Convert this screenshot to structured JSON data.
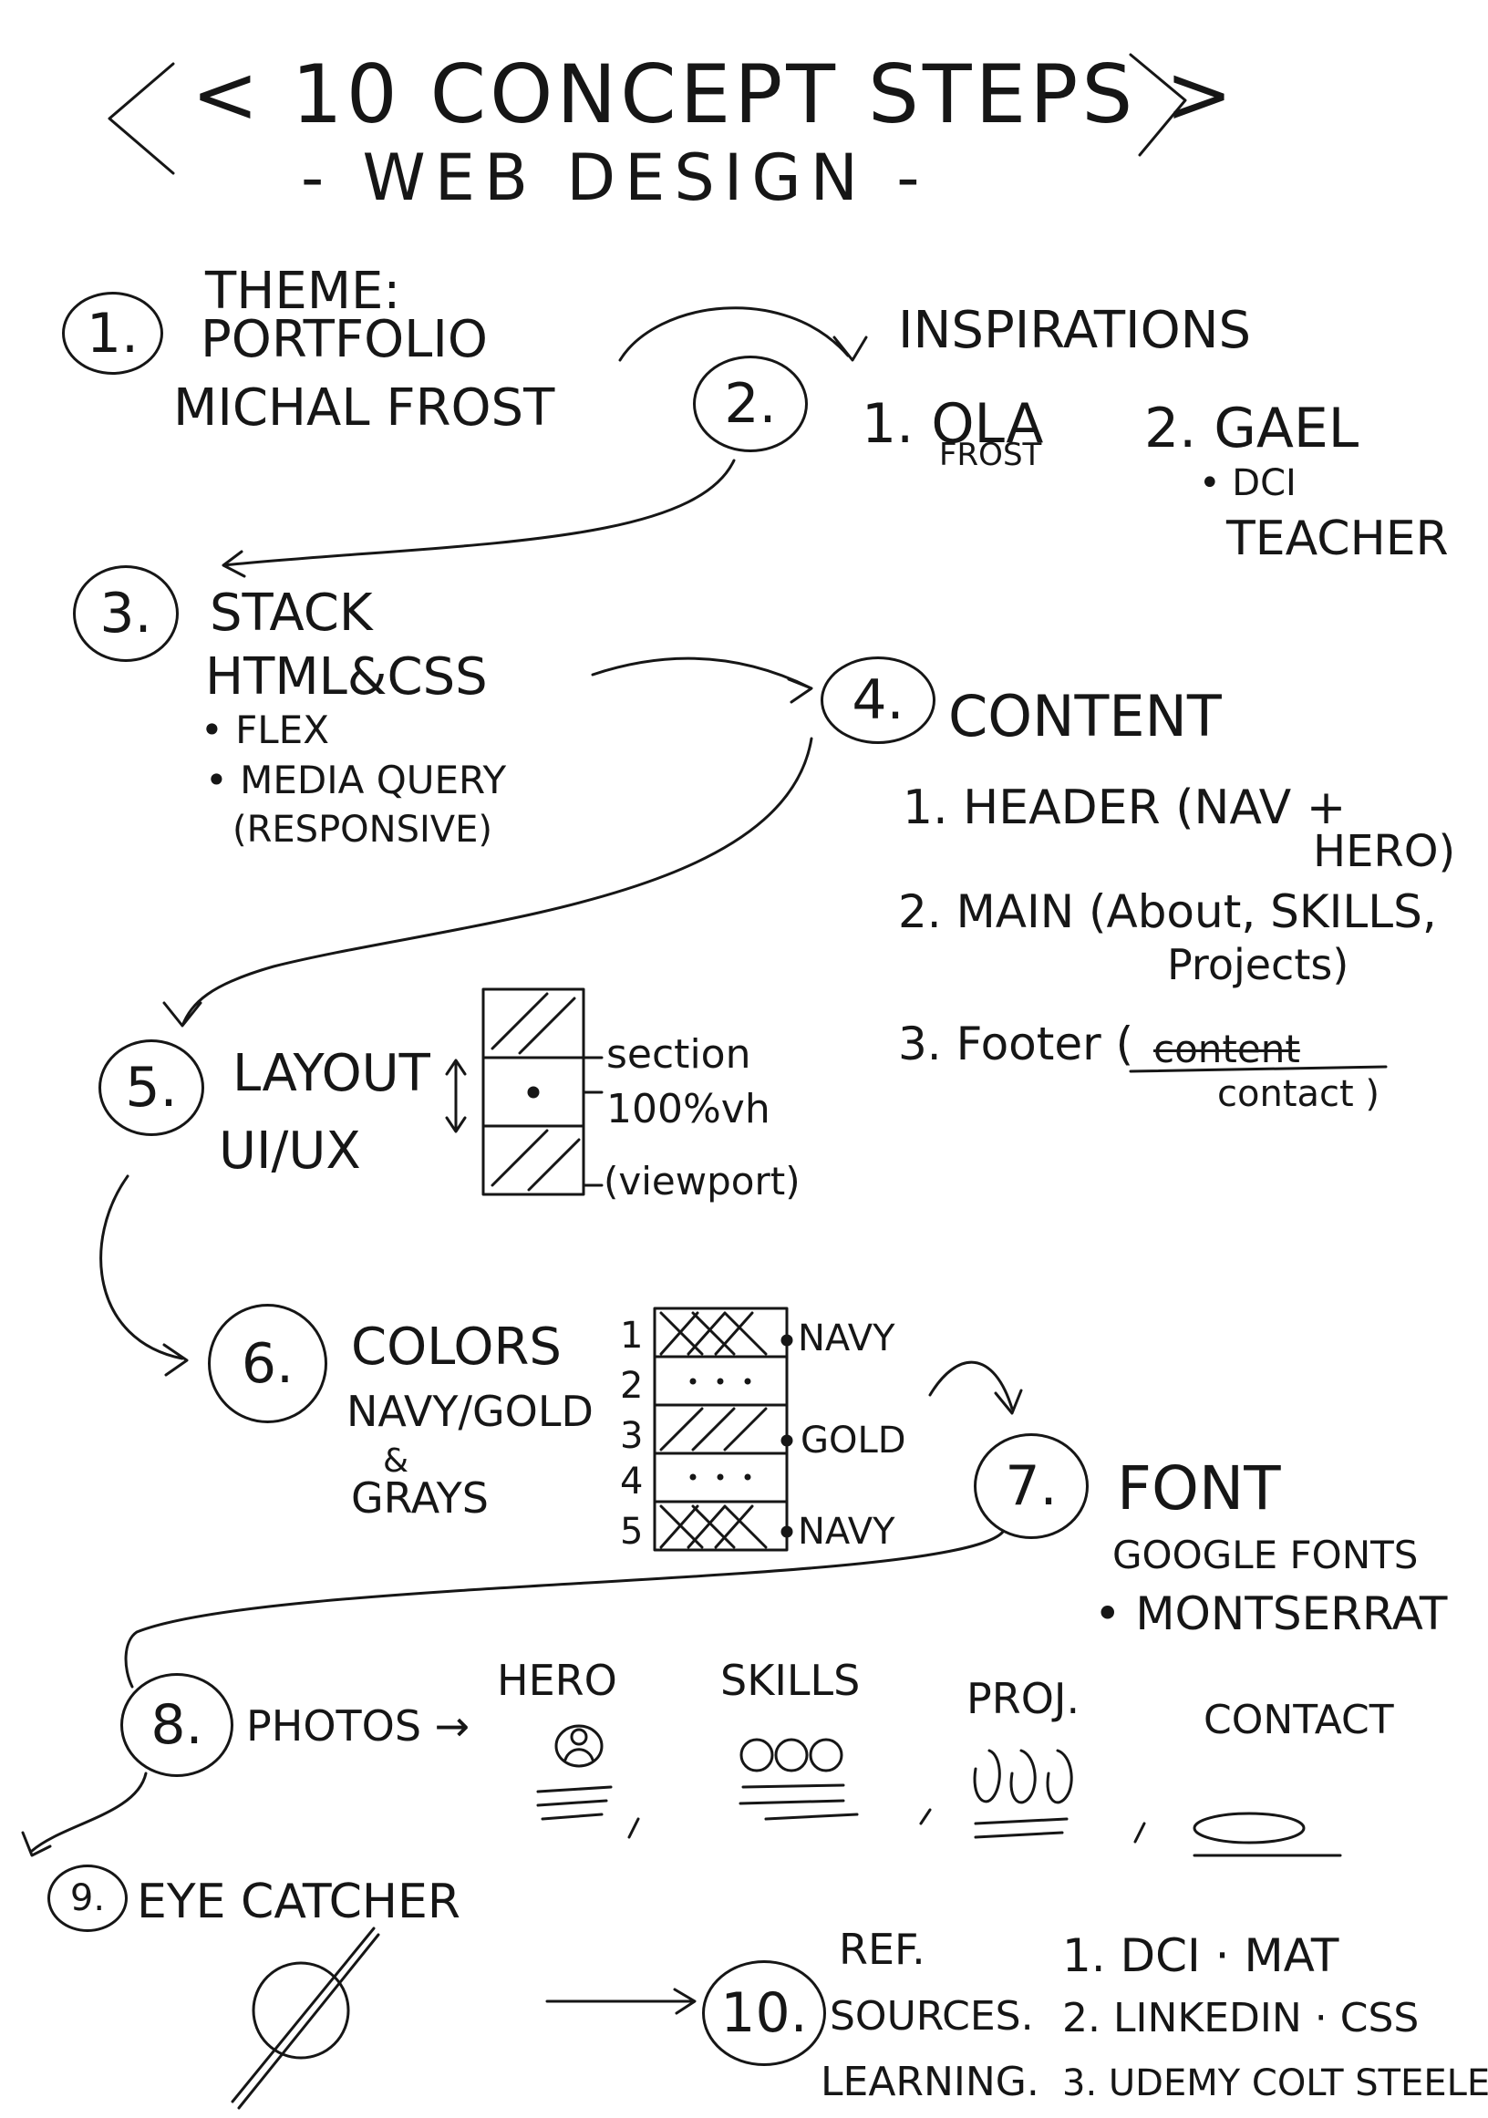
{
  "title": "< 10 CONCEPT STEPS >",
  "subtitle": "- WEB DESIGN -",
  "steps": [
    {
      "number": "1.",
      "label": "THEME:",
      "lines": [
        "PORTFOLIO",
        "MICHAL FROST"
      ]
    },
    {
      "number": "2.",
      "label": "INSPIRATIONS",
      "lines": [
        "1. OLA",
        "FROST",
        "2. GAEL",
        "• DCI",
        "TEACHER"
      ]
    },
    {
      "number": "3.",
      "label": "STACK",
      "lines": [
        "HTML&CSS",
        "• FLEX",
        "• MEDIA QUERY",
        "(RESPONSIVE)"
      ]
    },
    {
      "number": "4.",
      "label": "CONTENT",
      "lines": [
        "1. HEADER (NAV +",
        "HERO)",
        "2. MAIN (About, SKILLS,",
        "Projects)",
        "3. Footer (",
        "content",
        "contact )"
      ]
    },
    {
      "number": "5.",
      "label": "LAYOUT",
      "lines": [
        "UI/UX",
        "section",
        "100%vh",
        "(viewport)"
      ]
    },
    {
      "number": "6.",
      "label": "COLORS",
      "lines": [
        "NAVY/GOLD",
        "&",
        "GRAYS"
      ],
      "stripes": [
        "1",
        "2",
        "3",
        "4",
        "5"
      ],
      "stripe_labels": [
        "NAVY",
        "GOLD",
        "NAVY"
      ]
    },
    {
      "number": "7.",
      "label": "FONT",
      "lines": [
        "GOOGLE FONTS",
        "• MONTSERRAT"
      ]
    },
    {
      "number": "8.",
      "label": "PHOTOS →",
      "lines": [
        "HERO",
        "SKILLS",
        "PROJ.",
        "CONTACT"
      ]
    },
    {
      "number": "9.",
      "label": "EYE CATCHER",
      "lines": []
    },
    {
      "number": "10.",
      "label": "REF.",
      "lines": [
        "SOURCES.",
        "LEARNING.",
        "1. DCI · MAT",
        "2. LINKEDIN · CSS",
        "3. UDEMY COLT STEELE"
      ]
    }
  ],
  "colors": {
    "ink": "#161616",
    "paper": "#ffffff"
  }
}
